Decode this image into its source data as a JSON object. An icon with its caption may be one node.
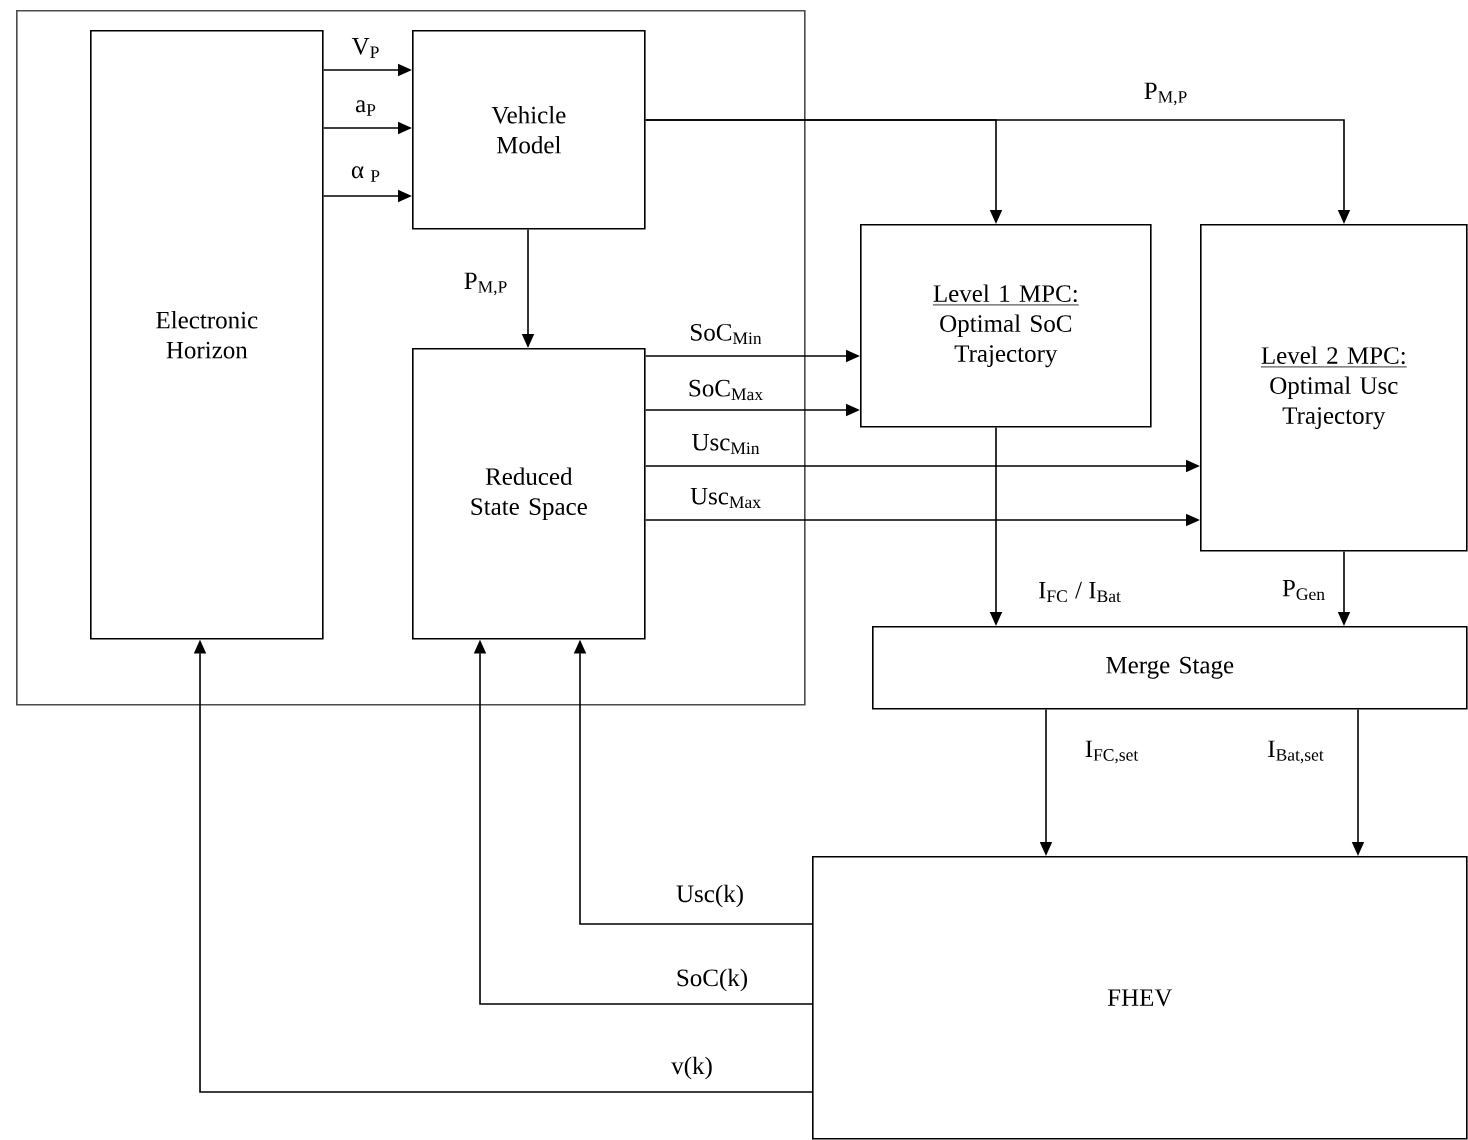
{
  "diagram": {
    "nodes": [
      {
        "text": [],
        "shape": "box"
      },
      {
        "text": [
          "Electronic Horizon"
        ],
        "in": 0
      },
      {
        "text": [
          "Vehicle Model"
        ],
        "in": 0
      },
      {
        "text": [
          "Reduced State Space"
        ],
        "in": 0
      },
      {
        "text": [
          "Level 1 MPC:",
          "Optimal SoC Trajectory"
        ]
      },
      {
        "text": [
          "Level 2 MPC:",
          "Optimal Usc Trajectory"
        ]
      },
      {
        "text": [
          "Merge Stage"
        ]
      },
      {
        "text": [
          "FHEV"
        ]
      }
    ],
    "edges": [
      {
        "from": 1,
        "to": 2,
        "arrow": "to",
        "label": "V$_{P}$"
      },
      {
        "from": 1,
        "to": 2,
        "arrow": "to",
        "label": "a$_{P}$"
      },
      {
        "from": 1,
        "to": 2,
        "arrow": "to",
        "label": "α $_{P}$"
      },
      {
        "from": 2,
        "to": 3,
        "arrow": "to",
        "label": "P$_{M,P}$"
      },
      {
        "from": 2,
        "to": 4,
        "arrow": "to"
      },
      {
        "from": 2,
        "to": 5,
        "arrow": "to",
        "label": "P$_{M,P}$"
      },
      {
        "from": 3,
        "to": 4,
        "arrow": "to",
        "label": "SoC$_{Min}$"
      },
      {
        "from": 3,
        "to": 4,
        "arrow": "to",
        "label": "SoC$_{Max}$"
      },
      {
        "from": 3,
        "to": 5,
        "arrow": "to",
        "label": "Usc$_{Min}$"
      },
      {
        "from": 3,
        "to": 5,
        "arrow": "to",
        "label": "Usc$_{Max}$"
      },
      {
        "from": 4,
        "to": 6,
        "arrow": "to",
        "label": "I$_{FC}$ / I$_{Bat}$"
      },
      {
        "from": 5,
        "to": 6,
        "arrow": "to",
        "label": "P$_{Gen}$"
      },
      {
        "from": 6,
        "to": 7,
        "arrow": "to",
        "label": "I$_{FC,set}$"
      },
      {
        "from": 6,
        "to": 7,
        "arrow": "to",
        "label": "I$_{Bat,set}$"
      },
      {
        "from": 7,
        "to": 3,
        "arrow": "to",
        "label": "Usc(k)"
      },
      {
        "from": 7,
        "to": 3,
        "arrow": "to",
        "label": "SoC(k)"
      },
      {
        "from": 7,
        "to": 1,
        "arrow": "to",
        "label": "v(k)"
      }
    ]
  }
}
